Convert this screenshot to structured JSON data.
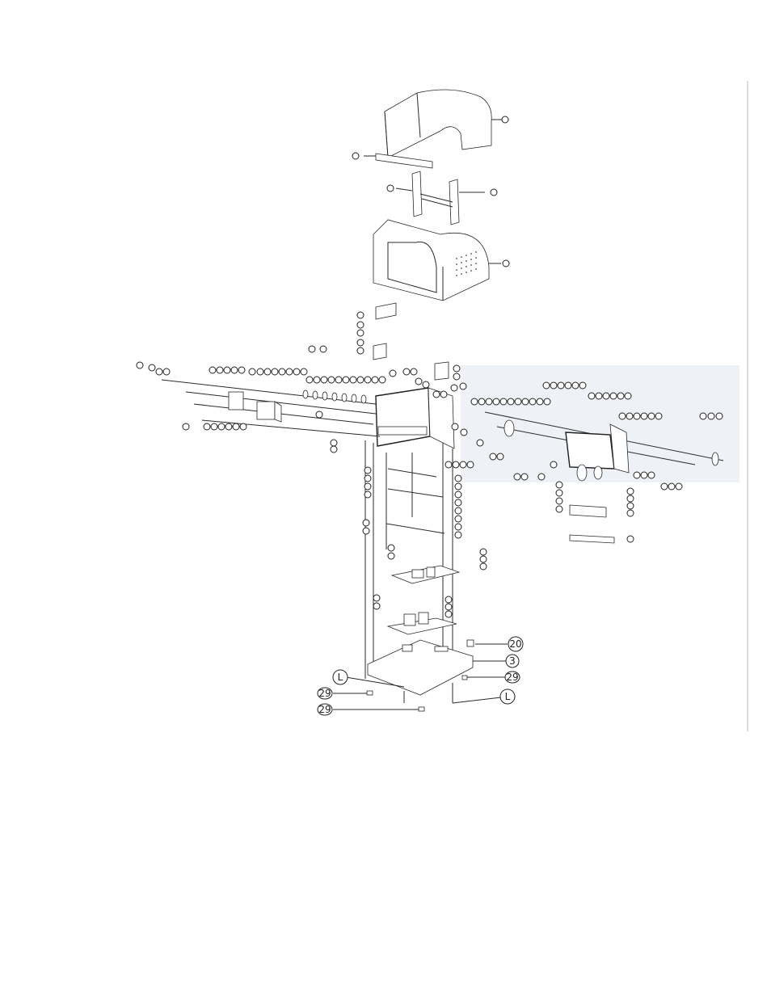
{
  "diagram": {
    "type": "exploded-parts-view",
    "labels": {
      "part_20": "20",
      "part_3": "3",
      "part_29_right": "29",
      "part_29_left_top": "29",
      "part_29_left_bottom": "29",
      "part_L_left": "L",
      "part_L_right": "L"
    }
  }
}
